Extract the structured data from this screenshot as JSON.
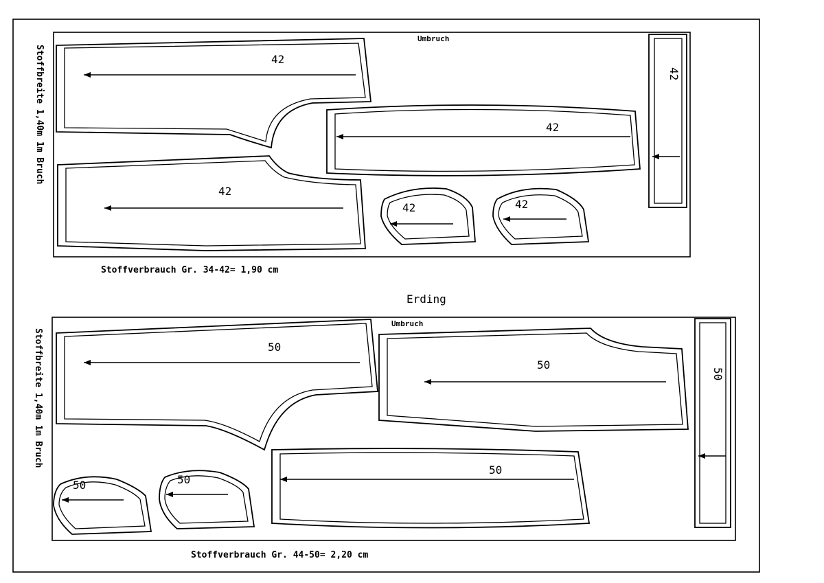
{
  "title": "Erding",
  "fold_label": "Umbruch",
  "layouts": [
    {
      "side_label": "Stoffbreite 1,40m 1m Bruch",
      "consumption": "Stoffverbrauch Gr. 34-42= 1,90 cm",
      "size_labels": [
        "42",
        "42",
        "42",
        "42",
        "42",
        "42"
      ]
    },
    {
      "side_label": "Stoffbreite 1,40m 1m Bruch",
      "consumption": "Stoffverbrauch Gr. 44-50= 2,20 cm",
      "size_labels": [
        "50",
        "50",
        "50",
        "50",
        "50",
        "50"
      ]
    }
  ],
  "icons": {
    "arrow": "grain-arrow-icon"
  }
}
